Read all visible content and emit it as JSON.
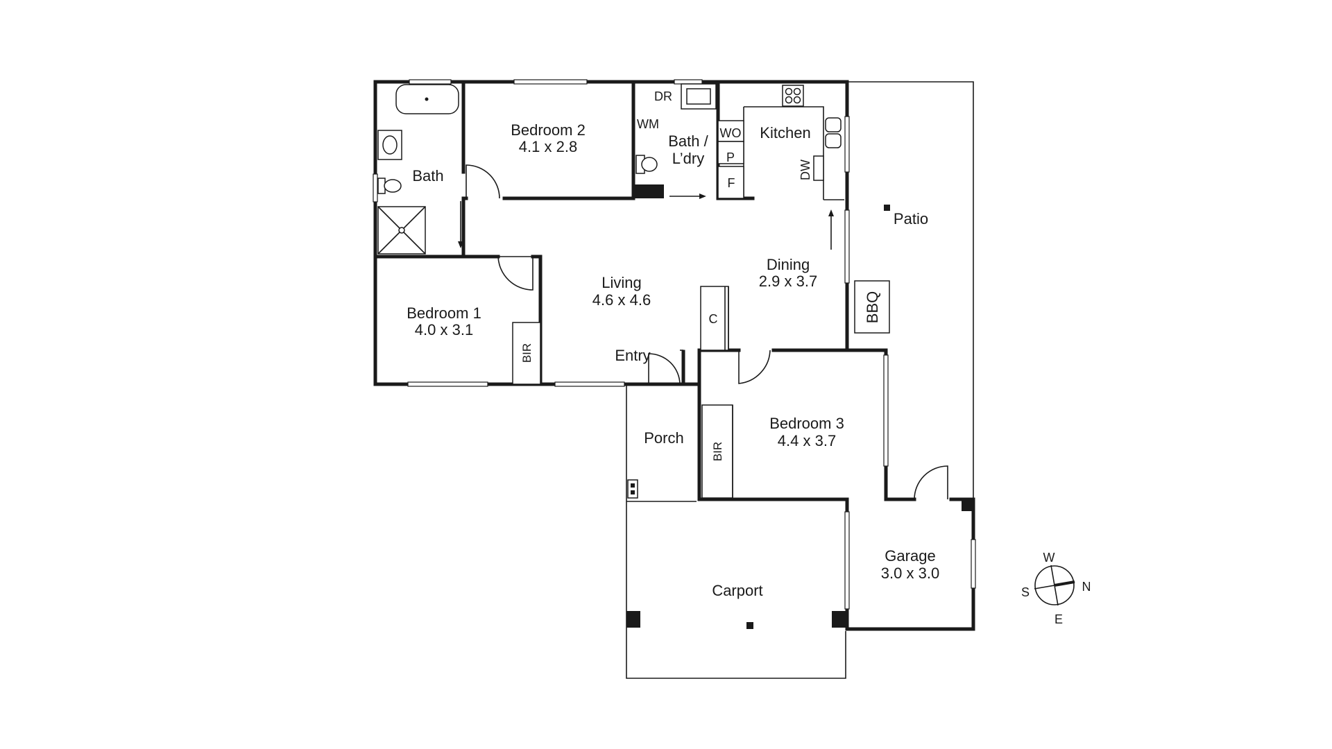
{
  "rooms": {
    "bath": {
      "name": "Bath"
    },
    "bedroom2": {
      "name": "Bedroom 2",
      "size": "4.1 x 2.8"
    },
    "bath_laundry": {
      "name_line1": "Bath /",
      "name_line2": "L’dry"
    },
    "kitchen": {
      "name": "Kitchen"
    },
    "patio": {
      "name": "Patio"
    },
    "living": {
      "name": "Living",
      "size": "4.6 x 4.6"
    },
    "dining": {
      "name": "Dining",
      "size": "2.9 x 3.7"
    },
    "bedroom1": {
      "name": "Bedroom 1",
      "size": "4.0 x 3.1"
    },
    "entry": {
      "name": "Entry"
    },
    "porch": {
      "name": "Porch"
    },
    "bedroom3": {
      "name": "Bedroom 3",
      "size": "4.4 x 3.7"
    },
    "carport": {
      "name": "Carport"
    },
    "garage": {
      "name": "Garage",
      "size": "3.0 x 3.0"
    }
  },
  "fixtures": {
    "dr": "DR",
    "wm": "WM",
    "wo": "WO",
    "p": "P",
    "f": "F",
    "dw": "DW",
    "bbq": "BBQ",
    "c": "C",
    "bir1": "BIR",
    "bir3": "BIR"
  },
  "compass": {
    "w": "W",
    "s": "S",
    "n": "N",
    "e": "E"
  }
}
